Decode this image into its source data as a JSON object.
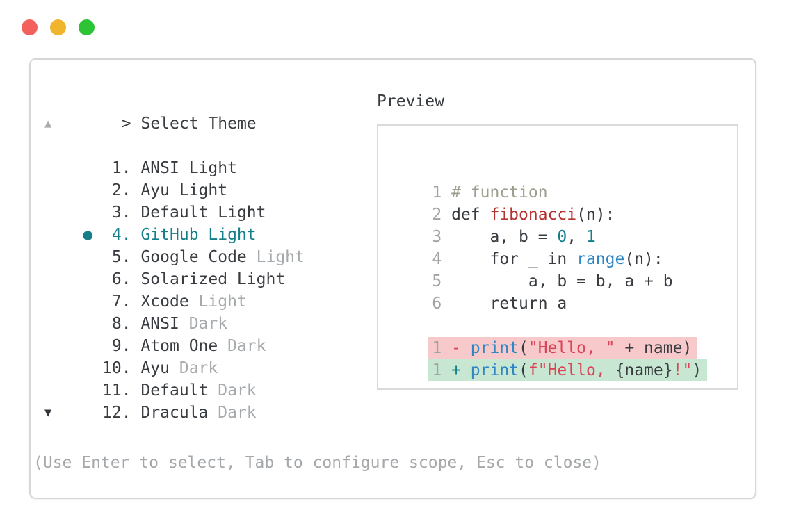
{
  "window": {
    "traffic_light_colors": {
      "close": "#f4605c",
      "minimize": "#f0b42d",
      "zoom": "#2cc435"
    }
  },
  "selector": {
    "prompt_symbol": ">",
    "title": "Select Theme",
    "scroll_up_icon": "▲",
    "scroll_down_icon": "▼",
    "selected_marker": "●",
    "items": [
      {
        "number": "1",
        "name": "ANSI Light",
        "variant": "",
        "selected": false
      },
      {
        "number": "2",
        "name": "Ayu Light",
        "variant": "",
        "selected": false
      },
      {
        "number": "3",
        "name": "Default Light",
        "variant": "",
        "selected": false
      },
      {
        "number": "4",
        "name": "GitHub Light",
        "variant": "",
        "selected": true
      },
      {
        "number": "5",
        "name": "Google Code",
        "variant": "Light",
        "selected": false
      },
      {
        "number": "6",
        "name": "Solarized Light",
        "variant": "",
        "selected": false
      },
      {
        "number": "7",
        "name": "Xcode",
        "variant": "Light",
        "selected": false
      },
      {
        "number": "8",
        "name": "ANSI",
        "variant": "Dark",
        "selected": false
      },
      {
        "number": "9",
        "name": "Atom One",
        "variant": "Dark",
        "selected": false
      },
      {
        "number": "10",
        "name": "Ayu",
        "variant": "Dark",
        "selected": false
      },
      {
        "number": "11",
        "name": "Default",
        "variant": "Dark",
        "selected": false
      },
      {
        "number": "12",
        "name": "Dracula",
        "variant": "Dark",
        "selected": false
      }
    ],
    "hint": "(Use Enter to select, Tab to configure scope, Esc to close)"
  },
  "preview": {
    "title": "Preview",
    "lines": [
      {
        "num": "1",
        "bg": "",
        "segs": [
          {
            "t": "# function",
            "c": "comment"
          }
        ]
      },
      {
        "num": "2",
        "bg": "",
        "segs": [
          {
            "t": "def ",
            "c": "text"
          },
          {
            "t": "fibonacci",
            "c": "func"
          },
          {
            "t": "(n):",
            "c": "text"
          }
        ]
      },
      {
        "num": "3",
        "bg": "",
        "segs": [
          {
            "t": "    a, b = ",
            "c": "text"
          },
          {
            "t": "0",
            "c": "num"
          },
          {
            "t": ", ",
            "c": "text"
          },
          {
            "t": "1",
            "c": "num"
          }
        ]
      },
      {
        "num": "4",
        "bg": "",
        "segs": [
          {
            "t": "    for _ in ",
            "c": "text"
          },
          {
            "t": "range",
            "c": "call"
          },
          {
            "t": "(n):",
            "c": "text"
          }
        ]
      },
      {
        "num": "5",
        "bg": "",
        "segs": [
          {
            "t": "        a, b = b, a + b",
            "c": "text"
          }
        ]
      },
      {
        "num": "6",
        "bg": "",
        "segs": [
          {
            "t": "    return a",
            "c": "text"
          }
        ]
      },
      {
        "blank": true
      },
      {
        "num": "1",
        "bg": "removed",
        "segs": [
          {
            "t": "- ",
            "c": "minus"
          },
          {
            "t": "print",
            "c": "call"
          },
          {
            "t": "(",
            "c": "text"
          },
          {
            "t": "\"Hello, \"",
            "c": "string"
          },
          {
            "t": " + name)",
            "c": "text"
          }
        ]
      },
      {
        "num": "1",
        "bg": "added",
        "segs": [
          {
            "t": "+ ",
            "c": "plus"
          },
          {
            "t": "print",
            "c": "call"
          },
          {
            "t": "(",
            "c": "text"
          },
          {
            "t": "f\"Hello, ",
            "c": "string"
          },
          {
            "t": "{name}",
            "c": "text"
          },
          {
            "t": "!\"",
            "c": "string"
          },
          {
            "t": ")",
            "c": "text"
          }
        ]
      }
    ]
  },
  "colors": {
    "accent_teal": "#147f89",
    "text_dark": "#383c40",
    "text_gray": "#a6aaad",
    "line_number_gray": "#9fa3a6",
    "comment_olive": "#9aa08d",
    "function_red": "#b5312e",
    "string_red": "#d94556",
    "call_blue": "#2e86c4",
    "diff_removed_bg": "#f8c9ca",
    "diff_added_bg": "#c8e7d3",
    "panel_border": "#d6d6d6"
  }
}
